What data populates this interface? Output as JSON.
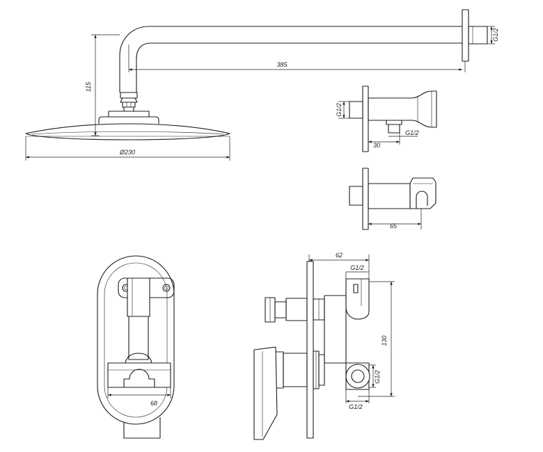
{
  "labels": {
    "arm_thread": "G1/2",
    "arm_length": "385",
    "arm_height": "115",
    "head_diameter": "Ø230",
    "holder_inlet_thread": "G1/2",
    "holder_outlet_thread": "G1/2",
    "holder_depth": "30",
    "holder_bracket_depth": "65",
    "mixer_depth": "62",
    "mixer_top_thread": "G1/2",
    "mixer_height": "130",
    "mixer_side_thread": "G1/2",
    "mixer_bottom_thread": "G1/2",
    "mixer_width": "68"
  }
}
